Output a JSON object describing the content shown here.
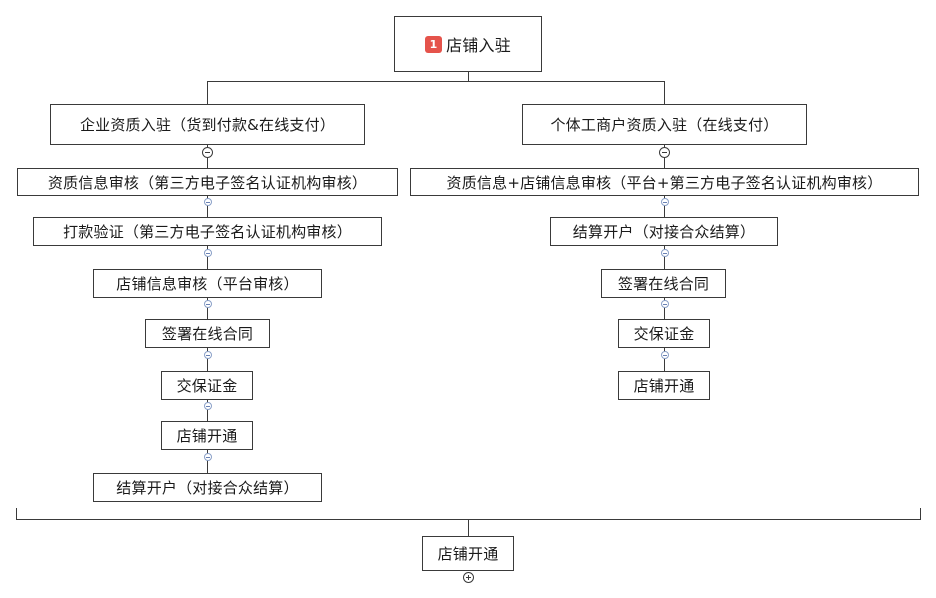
{
  "root": {
    "badge": "1",
    "label": "店铺入驻"
  },
  "left_branch": {
    "title": "企业资质入驻（货到付款&在线支付）",
    "steps": [
      "资质信息审核（第三方电子签名认证机构审核）",
      "打款验证（第三方电子签名认证机构审核）",
      "店铺信息审核（平台审核）",
      "签署在线合同",
      "交保证金",
      "店铺开通",
      "结算开户（对接合众结算）"
    ]
  },
  "right_branch": {
    "title": "个体工商户资质入驻（在线支付）",
    "steps": [
      "资质信息+店铺信息审核（平台+第三方电子签名认证机构审核）",
      "结算开户（对接合众结算）",
      "签署在线合同",
      "交保证金",
      "店铺开通"
    ]
  },
  "summary": {
    "label": "店铺开通"
  },
  "colors": {
    "badge": "#e5534b",
    "line": "#3a3a3a",
    "toggle_small": "#8aa0c8"
  }
}
